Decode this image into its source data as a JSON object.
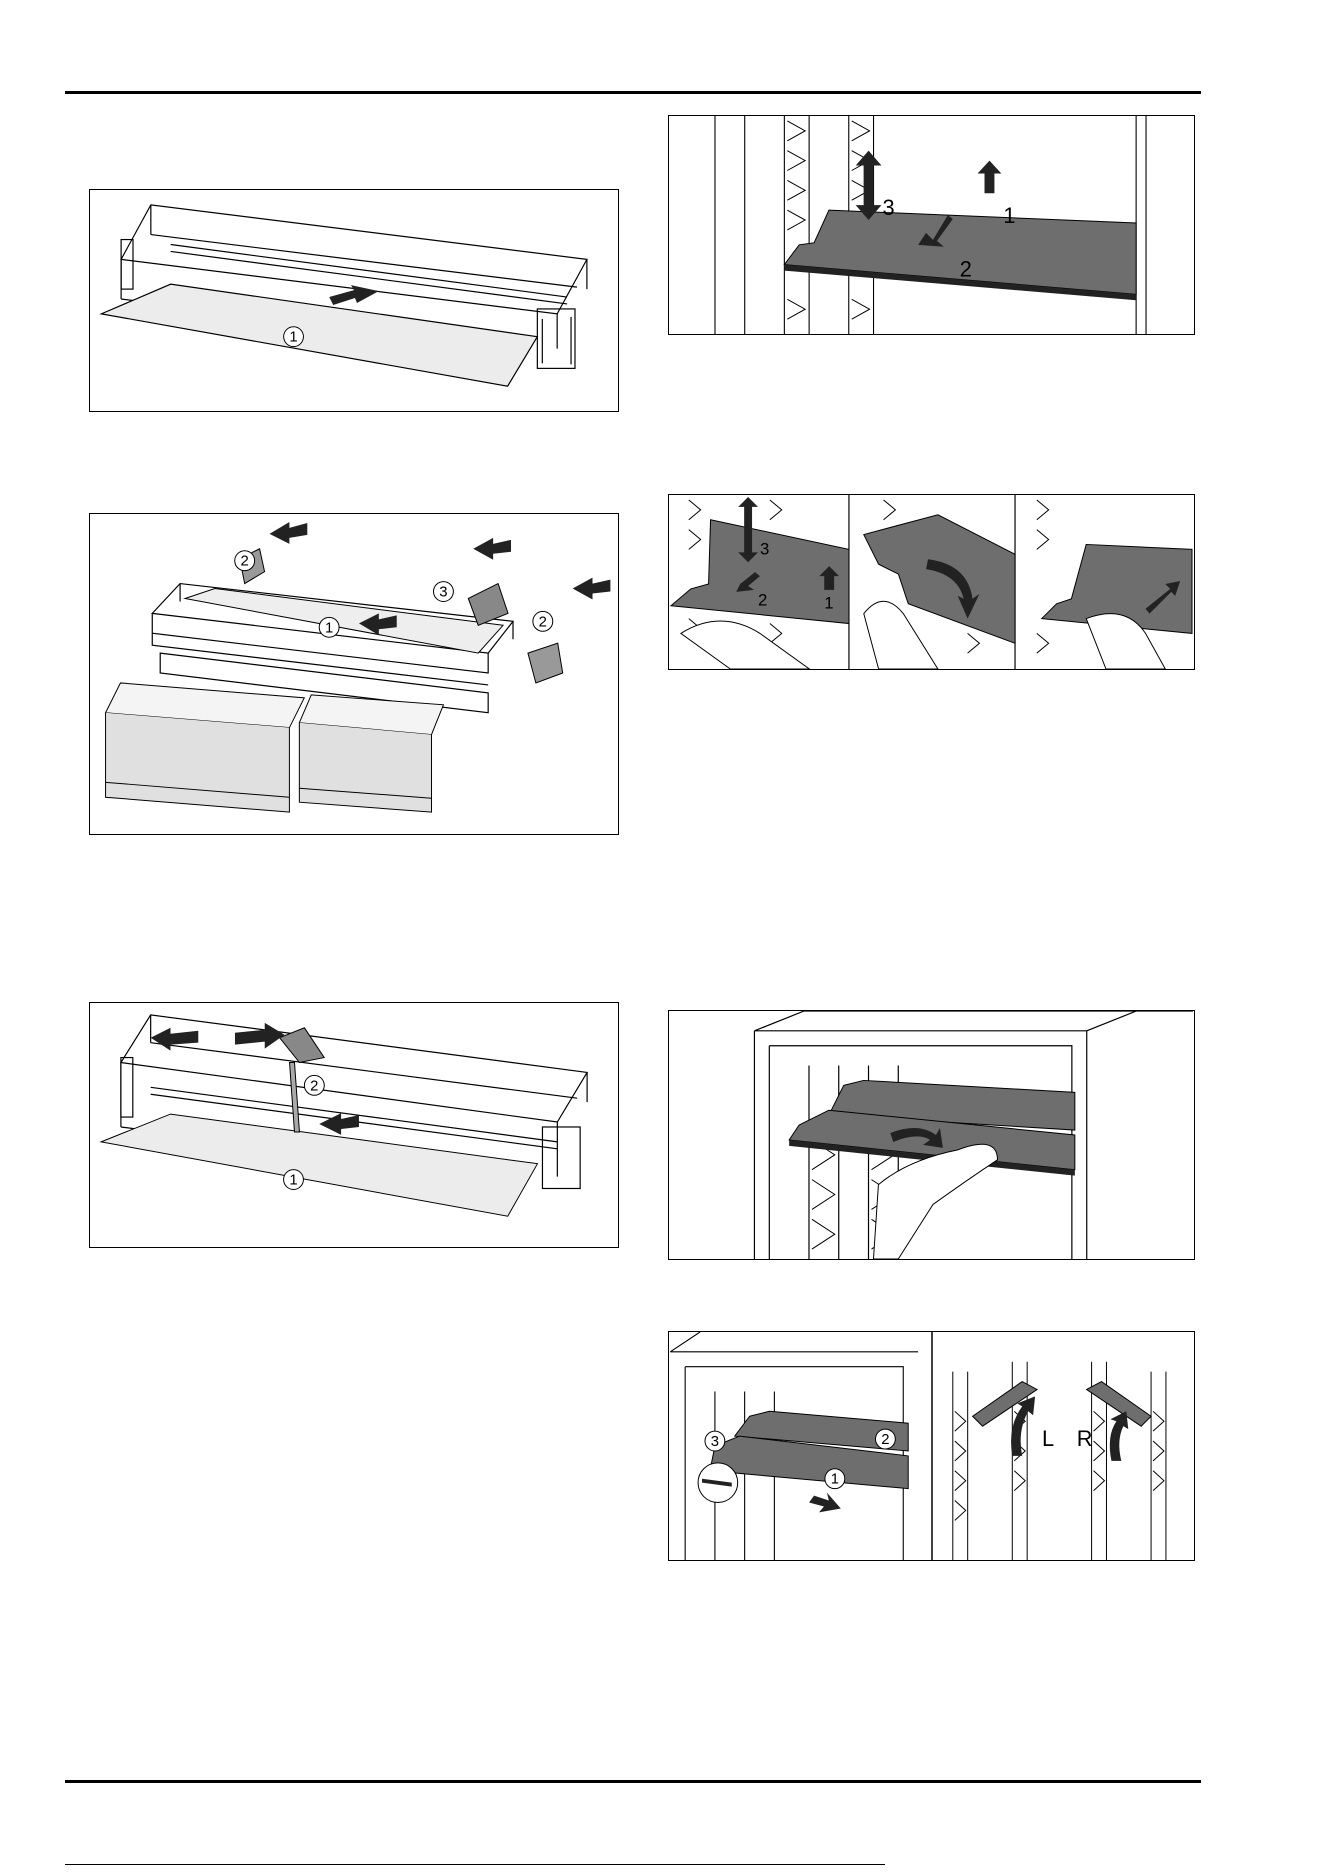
{
  "figures": {
    "fig1": {
      "callouts": [
        "1"
      ]
    },
    "fig2": {
      "callouts": [
        "2",
        "3",
        "1",
        "2"
      ]
    },
    "fig3": {
      "callouts": [
        "2",
        "1"
      ]
    },
    "fig4": {
      "labels": [
        "3",
        "1",
        "2"
      ]
    },
    "fig5": {
      "labels": [
        "3",
        "2",
        "1"
      ]
    },
    "fig7": {
      "callouts": [
        "3",
        "2",
        "1"
      ],
      "letters": [
        "L",
        "R"
      ]
    }
  },
  "colors": {
    "shelf": "#6e6e6e",
    "panel": "#e6e6e6",
    "line": "#000000"
  }
}
